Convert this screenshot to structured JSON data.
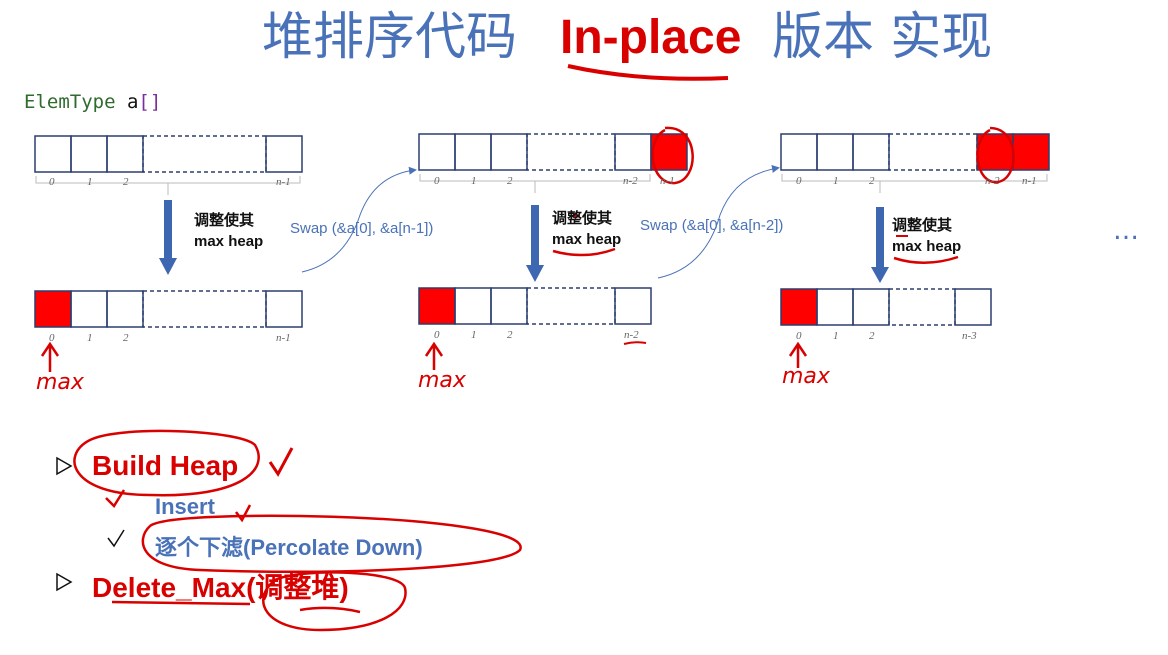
{
  "title": {
    "part1": "堆排序代码 ",
    "part2": "In-place",
    "part3": "版本 实现"
  },
  "code": {
    "type": "ElemType",
    "ident": "a",
    "brackets": "[]"
  },
  "diagram": {
    "panel1": {
      "top_indices": [
        "0",
        "1",
        "2",
        "n-1"
      ],
      "adjust_line1": "调整使其",
      "adjust_line2": "max heap",
      "bottom_indices": [
        "0",
        "1",
        "2",
        "n-1"
      ],
      "max_note": "max"
    },
    "swap1": "Swap (&a[0], &a[n-1])",
    "panel2": {
      "top_indices": [
        "0",
        "1",
        "2",
        "n-2",
        "n-1"
      ],
      "adjust_line1": "调整使其",
      "adjust_line2": "max heap",
      "bottom_indices": [
        "0",
        "1",
        "2",
        "n-2"
      ],
      "max_note": "max"
    },
    "swap2": "Swap (&a[0], &a[n-2])",
    "panel3": {
      "top_indices": [
        "0",
        "1",
        "2",
        "n-2",
        "n-1"
      ],
      "adjust_line1": "调整使其",
      "adjust_line2": "max heap",
      "bottom_indices": [
        "0",
        "1",
        "2",
        "n-3"
      ],
      "max_note": "max"
    },
    "ellipsis": "…"
  },
  "bullets": {
    "build_heap": "Build Heap",
    "insert": "Insert",
    "percolate": "逐个下滤(Percolate Down)",
    "delete_max": "Delete_Max(调整堆)"
  },
  "colors": {
    "title": "#4a72b8",
    "accent": "#d90000",
    "fill_red": "#ff0000",
    "arrow_blue": "#3e67b1",
    "box_border": "#2c3e70"
  }
}
